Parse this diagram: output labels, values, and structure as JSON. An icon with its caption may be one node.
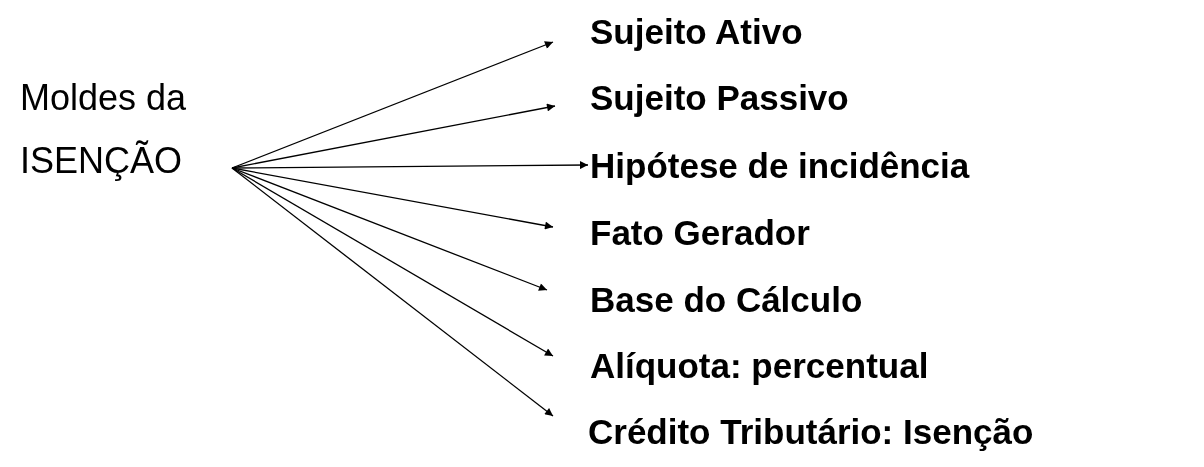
{
  "diagram": {
    "nodes": [
      {
        "text": [
          "Moldes da ISENÇÃO"
        ]
      },
      {
        "text": [
          "Sujeito Ativo"
        ]
      },
      {
        "text": [
          "Sujeito Passivo"
        ]
      },
      {
        "text": [
          "Hipótese de incidência"
        ]
      },
      {
        "text": [
          "Fato Gerador"
        ]
      },
      {
        "text": [
          "Base do Cálculo"
        ]
      },
      {
        "text": [
          "Alíquota: percentual"
        ]
      },
      {
        "text": [
          "Crédito Tributário: Isenção"
        ]
      }
    ],
    "edges": [
      {
        "from": 0,
        "to": 1,
        "arrow": "to"
      },
      {
        "from": 0,
        "to": 2,
        "arrow": "to"
      },
      {
        "from": 0,
        "to": 3,
        "arrow": "to"
      },
      {
        "from": 0,
        "to": 4,
        "arrow": "to"
      },
      {
        "from": 0,
        "to": 5,
        "arrow": "to"
      },
      {
        "from": 0,
        "to": 6,
        "arrow": "to"
      },
      {
        "from": 0,
        "to": 7,
        "arrow": "to"
      }
    ]
  }
}
